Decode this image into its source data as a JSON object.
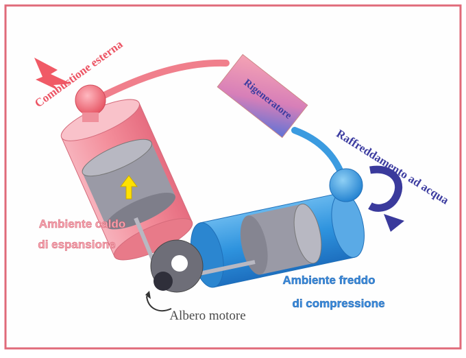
{
  "labels": {
    "combustione": "Combustione esterna",
    "rigeneratore": "Rigeneratore",
    "raffreddamento": "Raffreddamento ad acqua",
    "ambiente_caldo_1": "Ambiente caldo",
    "ambiente_caldo_2": "di espansione",
    "ambiente_freddo_1": "Ambiente freddo",
    "ambiente_freddo_2": "di compressione",
    "albero": "Albero motore"
  },
  "colors": {
    "hot": "#f08a94",
    "hot_dark": "#e23b4e",
    "cold": "#2f8fd8",
    "cold_dark": "#1f5fa8",
    "regen_top": "#f3a0b0",
    "regen_bottom": "#6d79d8",
    "purple_text": "#3c3ca0",
    "frame_border": "#e06a7a"
  },
  "icons": {
    "flame": "flame-icon",
    "water_arrow": "curved-arrow-icon",
    "piston_arrow": "up-arrow-icon"
  }
}
